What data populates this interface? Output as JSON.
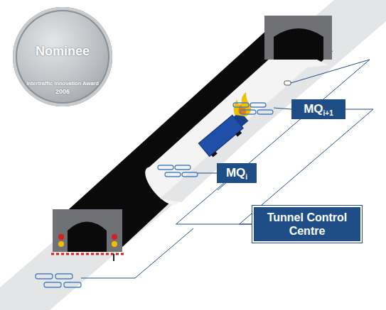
{
  "diagram": {
    "nodes": [
      {
        "text": [
          "Nominee",
          "Intertraffic Innovation Award",
          "2006"
        ]
      },
      {
        "text": [
          "MQ",
          "i+1"
        ]
      },
      {
        "text": [
          "MQ",
          "i"
        ]
      },
      {
        "text": [
          "Tunnel Control Centre"
        ]
      }
    ],
    "edges": [
      {
        "from": 1,
        "to": 3,
        "arrow": "none"
      },
      {
        "from": 2,
        "to": 3,
        "arrow": "none"
      }
    ]
  }
}
